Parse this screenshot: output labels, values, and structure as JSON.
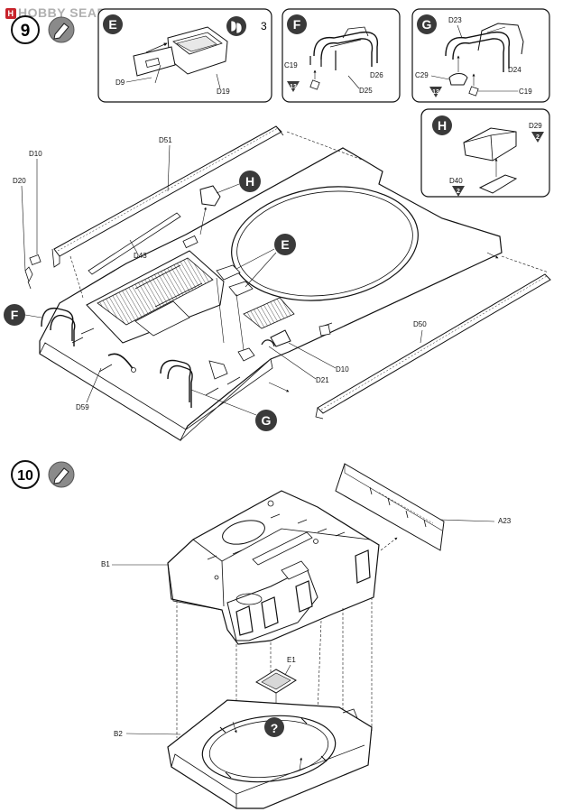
{
  "watermark": {
    "brand": "HOBBY SEARCH",
    "logo_letter": "H"
  },
  "steps": [
    {
      "number": "9"
    },
    {
      "number": "10"
    }
  ],
  "detail_boxes": {
    "E": {
      "letter": "E",
      "qty": "3",
      "labels": [
        "D9",
        "D19"
      ]
    },
    "F": {
      "letter": "F",
      "labels": [
        "C19",
        "D26",
        "D25"
      ],
      "badge": "13"
    },
    "G": {
      "letter": "G",
      "labels": [
        "D23",
        "D24",
        "C29",
        "C19"
      ],
      "badge": "13"
    },
    "H": {
      "letter": "H",
      "labels": [
        "D29",
        "D40"
      ],
      "badges": [
        "2",
        "2"
      ]
    }
  },
  "step9_labels": {
    "d10_top": "D10",
    "d20": "D20",
    "d51": "D51",
    "d43": "D43",
    "d59": "D59",
    "d50": "D50",
    "d10_bottom": "D10",
    "d21": "D21"
  },
  "step9_callouts": {
    "h": "H",
    "e": "E",
    "f": "F",
    "g": "G"
  },
  "step10_labels": {
    "a23": "A23",
    "b1": "B1",
    "e1": "E1",
    "b2": "B2"
  },
  "step10_callouts": {
    "unknown": "?"
  }
}
